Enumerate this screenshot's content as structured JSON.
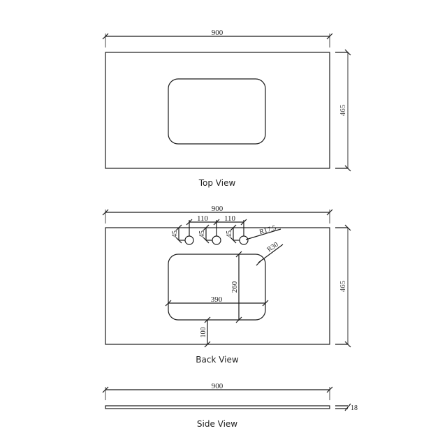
{
  "drawing": {
    "top_view": {
      "label": "Top View",
      "width_dim": "900",
      "depth_dim": "465"
    },
    "back_view": {
      "label": "Back View",
      "width_dim": "900",
      "depth_dim": "465",
      "tap_spacing_1": "110",
      "tap_spacing_2": "110",
      "tap_offset_1": "45",
      "tap_offset_2": "45",
      "tap_offset_3": "45",
      "tap_radius": "R17.5",
      "bowl_corner_radius": "R30",
      "bowl_width": "390",
      "bowl_depth": "260",
      "bowl_front_offset": "100"
    },
    "side_view": {
      "label": "Side View",
      "width_dim": "900",
      "thickness_dim": "18"
    }
  },
  "colors": {
    "line": "#1a1a1a",
    "dim_line": "#555555",
    "background": "#ffffff"
  }
}
